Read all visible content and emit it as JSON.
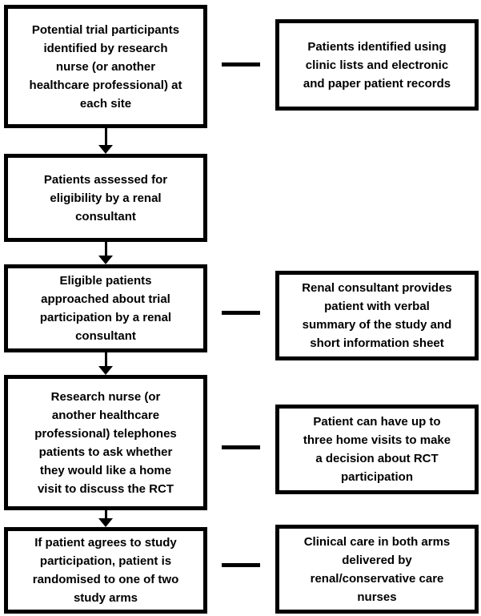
{
  "colors": {
    "background": "#ffffff",
    "box_border": "#000000",
    "text": "#000000",
    "connector": "#000000"
  },
  "flow": {
    "left_boxes": [
      {
        "text": "Potential trial participants\nidentified by research\nnurse (or another\nhealthcare professional) at\neach site"
      },
      {
        "text": "Patients assessed for\neligibility by a renal\nconsultant"
      },
      {
        "text": "Eligible patients\napproached about trial\nparticipation by a renal\nconsultant"
      },
      {
        "text": "Research nurse  (or\nanother healthcare\nprofessional) telephones\npatients to ask whether\nthey would like a home\nvisit to discuss the RCT"
      },
      {
        "text": "If patient agrees to study\nparticipation, patient is\nrandomised to one of two\nstudy arms"
      }
    ],
    "right_boxes": [
      {
        "text": "Patients identified using\nclinic lists and electronic\nand paper patient records"
      },
      {
        "text": "Renal consultant provides\npatient with verbal\nsummary of the study and\nshort information sheet"
      },
      {
        "text": "Patient can have up to\nthree home visits to make\na decision about RCT\nparticipation"
      },
      {
        "text": "Clinical care in both arms\ndelivered by\nrenal/conservative care\nnurses"
      }
    ]
  }
}
